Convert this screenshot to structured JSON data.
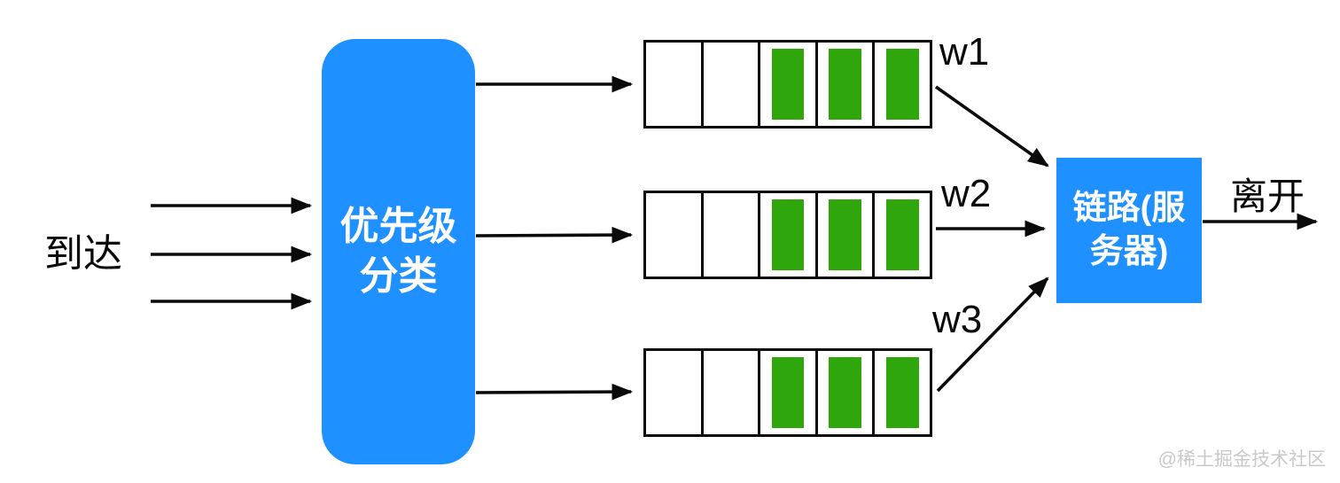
{
  "diagram": {
    "arrival_label": "到达",
    "classifier_label": "优先级\n分类",
    "server_label": "链路(服\n务器)",
    "departure_label": "离开",
    "watermark": "@稀土掘金技术社区"
  },
  "queues": [
    {
      "label": "w1",
      "cells": [
        false,
        false,
        true,
        true,
        true
      ]
    },
    {
      "label": "w2",
      "cells": [
        false,
        false,
        true,
        true,
        true
      ]
    },
    {
      "label": "w3",
      "cells": [
        false,
        false,
        true,
        true,
        true
      ]
    }
  ],
  "colors": {
    "box_blue": "#1E90FF",
    "packet_green": "#2FA60B",
    "arrow_black": "#0a0a0a"
  }
}
